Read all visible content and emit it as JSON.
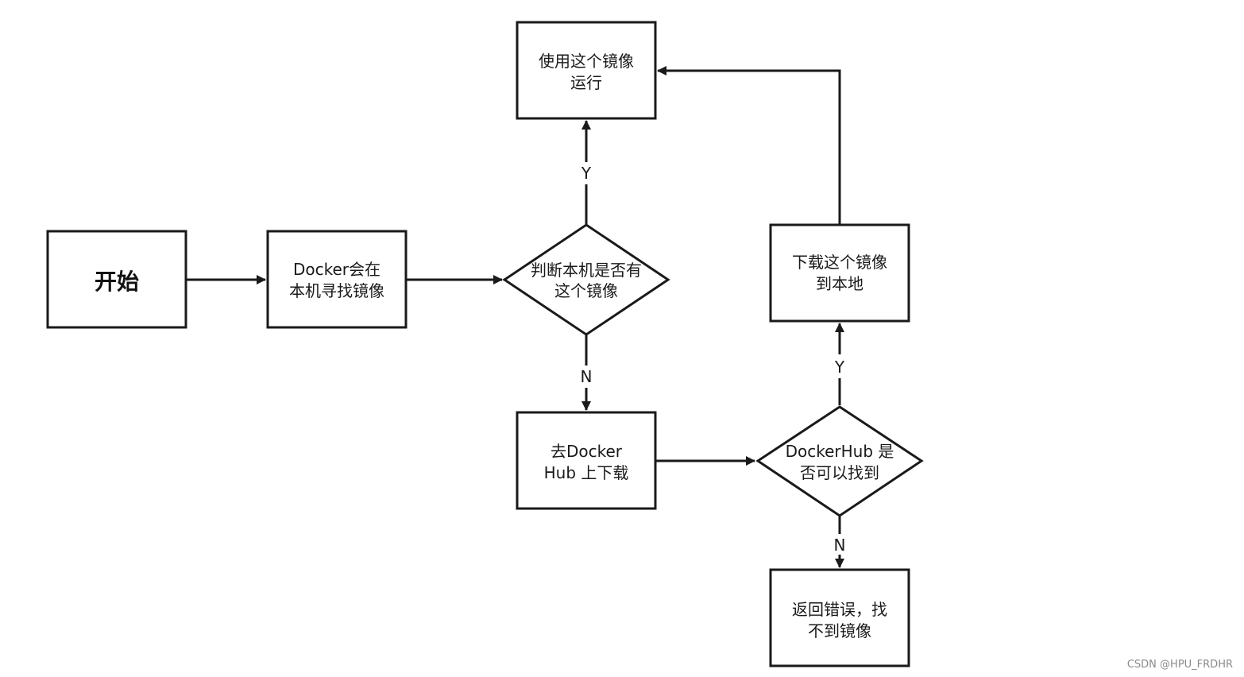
{
  "nodes": {
    "start": {
      "lines": [
        "开始"
      ]
    },
    "local_search": {
      "lines": [
        "Docker会在",
        "本机寻找镜像"
      ]
    },
    "decision_local": {
      "lines": [
        "判断本机是否有",
        "这个镜像"
      ]
    },
    "run_image": {
      "lines": [
        "使用这个镜像",
        "运行"
      ]
    },
    "go_dockerhub": {
      "lines": [
        "去Docker",
        "Hub 上下载"
      ]
    },
    "decision_hub": {
      "lines": [
        "DockerHub 是",
        "否可以找到"
      ]
    },
    "download_image": {
      "lines": [
        "下载这个镜像",
        "到本地"
      ]
    },
    "return_error": {
      "lines": [
        "返回错误，找",
        "不到镜像"
      ]
    }
  },
  "edges": {
    "local_yes": "Y",
    "local_no": "N",
    "hub_yes": "Y",
    "hub_no": "N"
  },
  "watermark": "CSDN @HPU_FRDHR"
}
